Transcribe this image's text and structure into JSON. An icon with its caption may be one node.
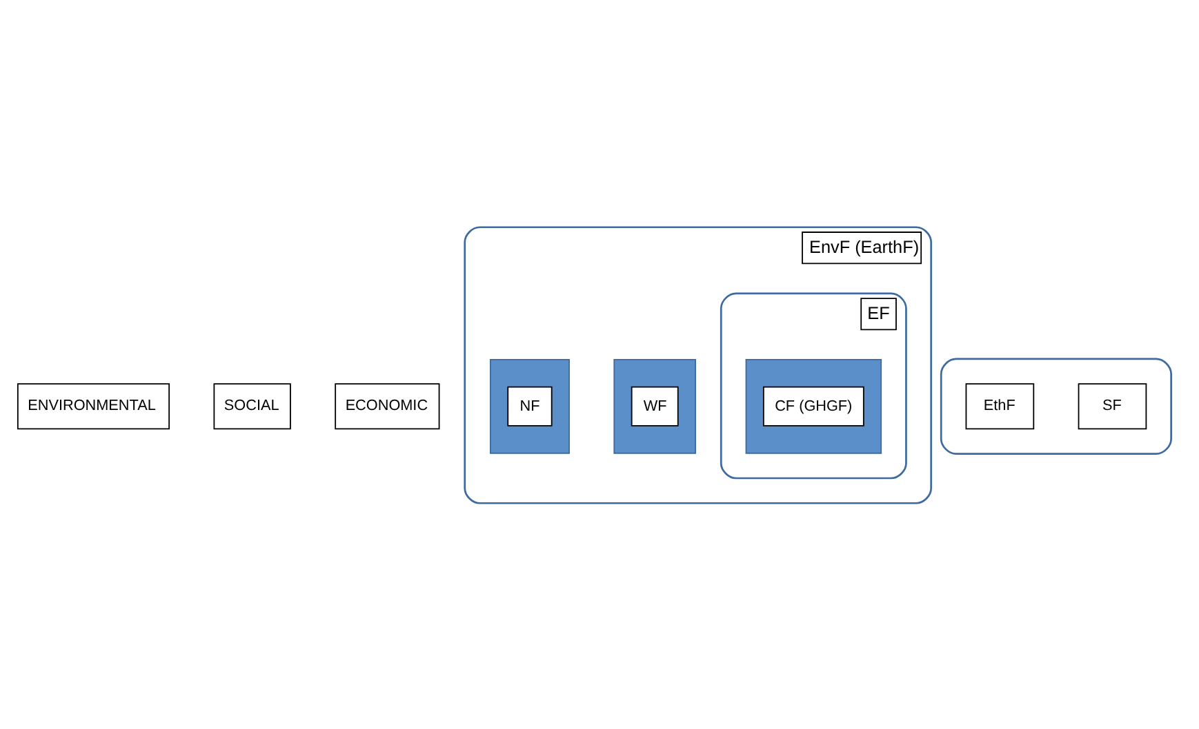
{
  "diagram": {
    "nodes": [
      {
        "text": [
          "ENVIRONMENTAL"
        ]
      },
      {
        "text": [
          "SOCIAL"
        ]
      },
      {
        "text": [
          "ECONOMIC"
        ]
      },
      {
        "text": [
          "EnvF (EarthF)"
        ]
      },
      {
        "text": [
          "EF"
        ],
        "in": 3
      },
      {
        "text": [
          "WF"
        ],
        "in": 3
      },
      {
        "text": [
          "CF (GHGF)"
        ],
        "in": 4
      },
      {
        "text": [
          "NF"
        ],
        "in": 3
      },
      {
        "text": [],
        "shape": "box"
      },
      {
        "text": [
          "SF"
        ],
        "in": 8
      },
      {
        "text": [
          "EthF"
        ],
        "in": 8
      }
    ],
    "edges": []
  }
}
